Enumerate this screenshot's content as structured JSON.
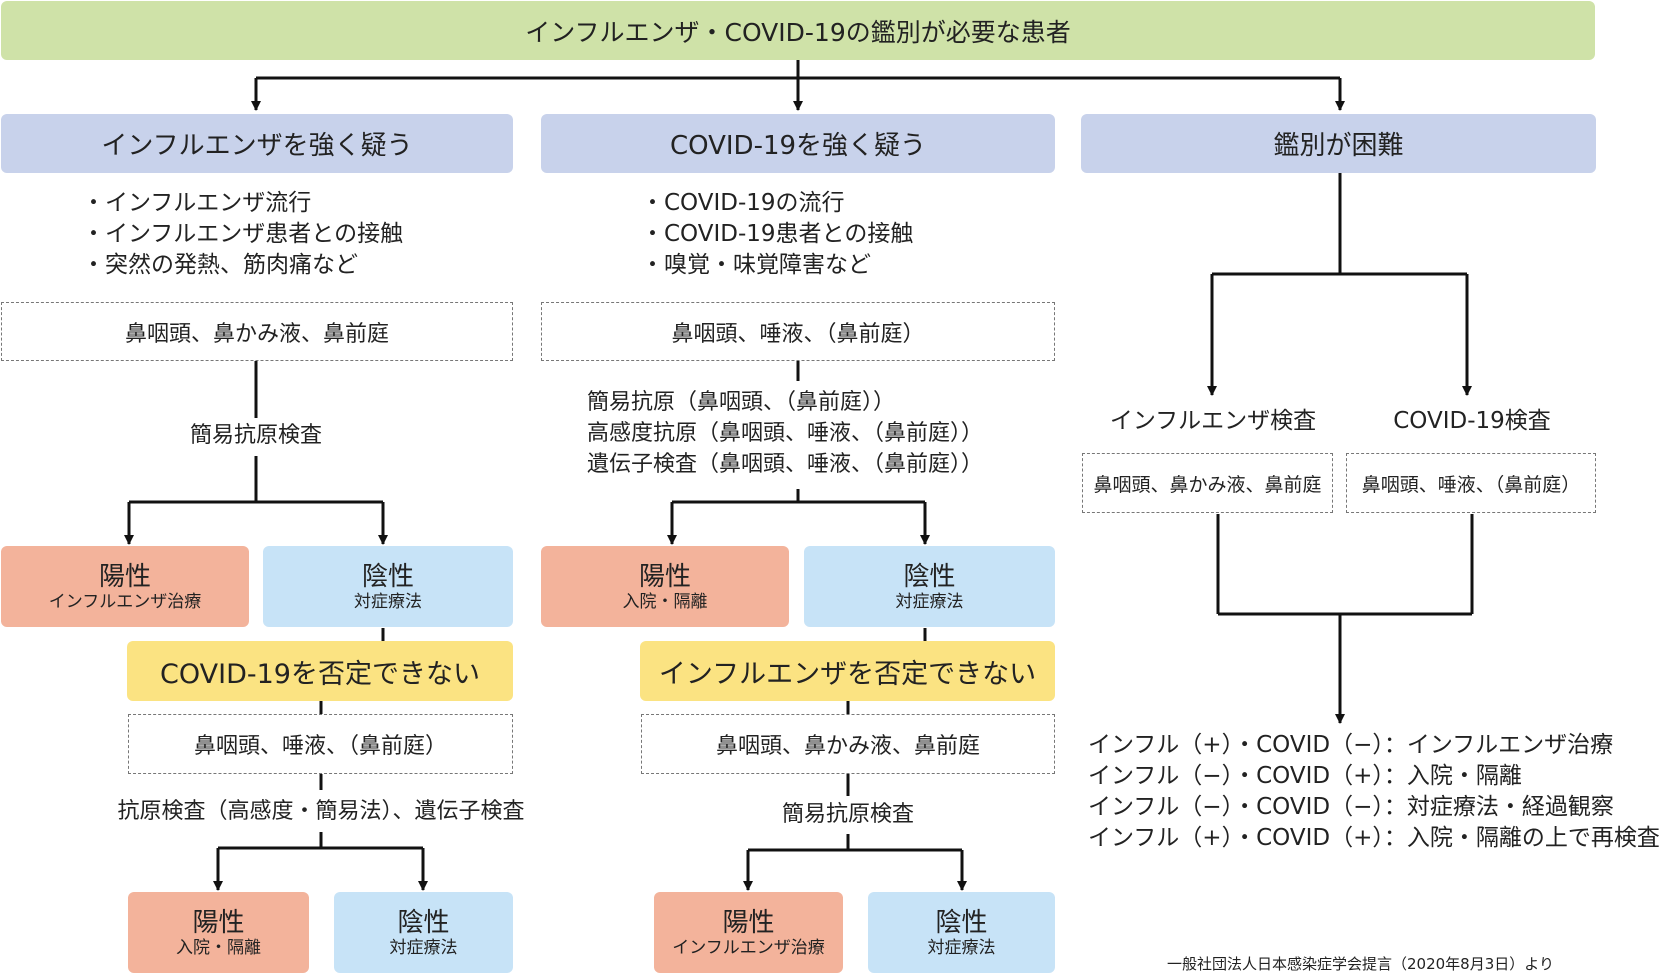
{
  "title": "インフルエンザ・COVID-19の鑑別が必要な患者",
  "columns": {
    "flu": {
      "heading": "インフルエンザを強く疑う",
      "bullets": [
        "・インフルエンザ流行",
        "・インフルエンザ患者との接触",
        "・突然の発熱、筋肉痛など"
      ],
      "sample": "鼻咽頭、鼻かみ液、鼻前庭",
      "test": "簡易抗原検査",
      "positive": {
        "label": "陽性",
        "action": "インフルエンザ治療"
      },
      "negative": {
        "label": "陰性",
        "action": "対症療法"
      },
      "cannot_exclude": "COVID-19を否定できない",
      "sample2": "鼻咽頭、唾液、（鼻前庭）",
      "test2": "抗原検査（高感度・簡易法）、遺伝子検査",
      "positive2": {
        "label": "陽性",
        "action": "入院・隔離"
      },
      "negative2": {
        "label": "陰性",
        "action": "対症療法"
      }
    },
    "covid": {
      "heading": "COVID-19を強く疑う",
      "bullets": [
        "・COVID-19の流行",
        "・COVID-19患者との接触",
        "・嗅覚・味覚障害など"
      ],
      "sample": "鼻咽頭、唾液、（鼻前庭）",
      "tests": [
        "簡易抗原（鼻咽頭、（鼻前庭））",
        "高感度抗原（鼻咽頭、唾液、（鼻前庭））",
        "遺伝子検査（鼻咽頭、唾液、（鼻前庭））"
      ],
      "positive": {
        "label": "陽性",
        "action": "入院・隔離"
      },
      "negative": {
        "label": "陰性",
        "action": "対症療法"
      },
      "cannot_exclude": "インフルエンザを否定できない",
      "sample2": "鼻咽頭、鼻かみ液、鼻前庭",
      "test2": "簡易抗原検査",
      "positive2": {
        "label": "陽性",
        "action": "インフルエンザ治療"
      },
      "negative2": {
        "label": "陰性",
        "action": "対症療法"
      }
    },
    "difficult": {
      "heading": "鑑別が困難",
      "flu_test": "インフルエンザ検査",
      "covid_test": "COVID-19検査",
      "flu_sample": "鼻咽頭、鼻かみ液、鼻前庭",
      "covid_sample": "鼻咽頭、唾液、（鼻前庭）",
      "outcomes": [
        "インフル（+）・COVID（−）：インフルエンザ治療",
        "インフル（−）・COVID（+）：入院・隔離",
        "インフル（−）・COVID（−）：対症療法・経過観察",
        "インフル（+）・COVID（+）：入院・隔離の上で再検査"
      ]
    }
  },
  "source": "一般社団法人日本感染症学会提言（2020年8月3日）より",
  "colors": {
    "title_bg": "#cfe2a8",
    "heading_bg": "#c8d2eb",
    "positive_bg": "#f3b39b",
    "negative_bg": "#c7e3f7",
    "caution_bg": "#fbe382",
    "line": "#111111"
  }
}
